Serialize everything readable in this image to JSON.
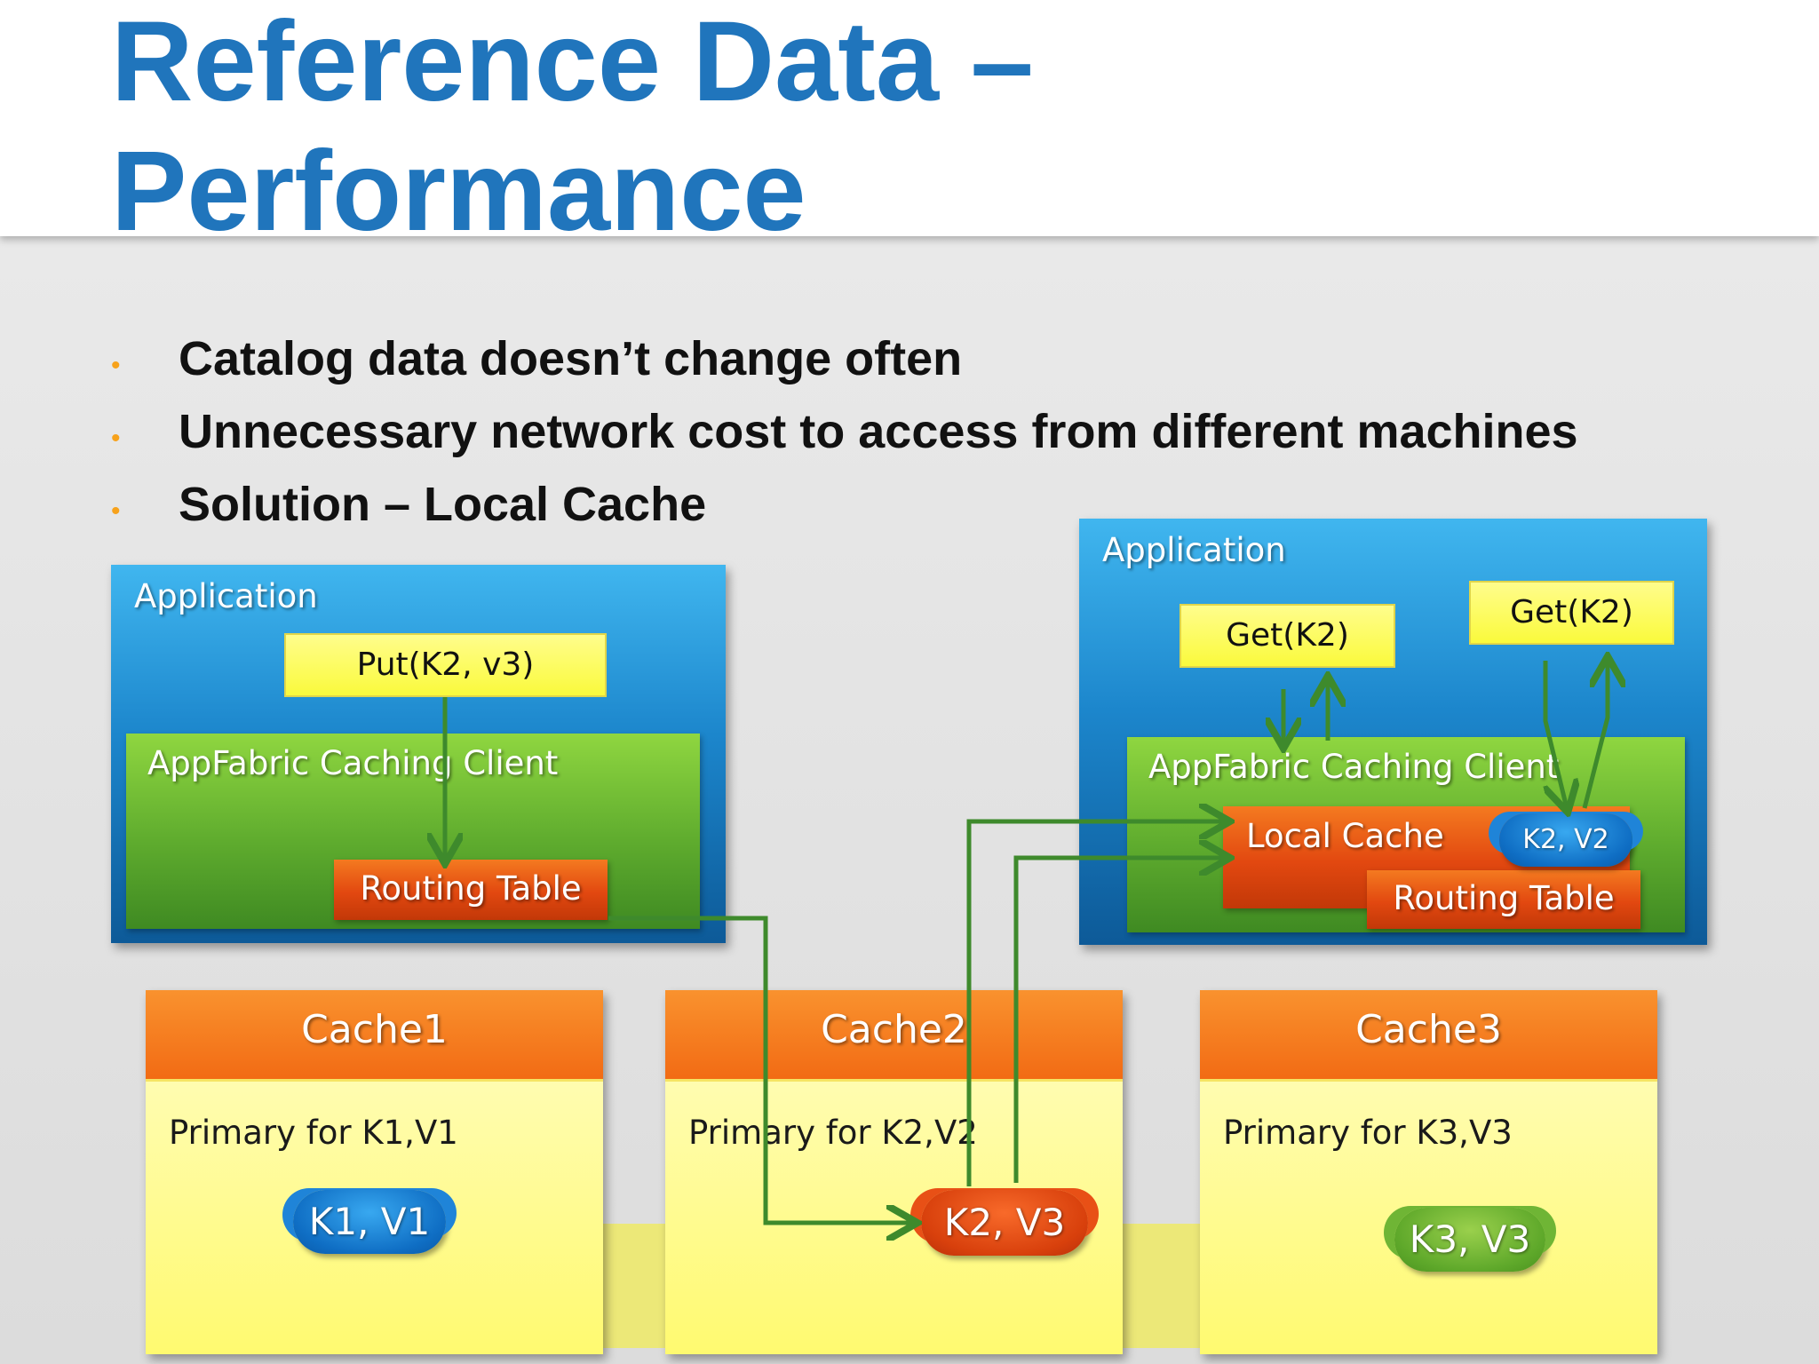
{
  "title": {
    "line1": "Reference Data –",
    "line2": "Performance"
  },
  "bullets": [
    "Catalog data doesn’t change often",
    "Unnecessary network cost to access from different machines",
    "Solution – Local Cache"
  ],
  "bullet_symbol": "•",
  "left_app": {
    "label": "Application",
    "operation": "Put(K2, v3)",
    "client_label": "AppFabric Caching Client",
    "routing_table": "Routing Table"
  },
  "right_app": {
    "label": "Application",
    "operation_1": "Get(K2)",
    "operation_2": "Get(K2)",
    "client_label": "AppFabric Caching Client",
    "local_cache": "Local Cache",
    "local_item": "K2, V2",
    "routing_table": "Routing Table"
  },
  "caches": [
    {
      "name": "Cache1",
      "primary": "Primary for K1,V1",
      "item": "K1, V1"
    },
    {
      "name": "Cache2",
      "primary": "Primary for K2,V2",
      "item": "K2, V3"
    },
    {
      "name": "Cache3",
      "primary": "Primary for K3,V3",
      "item": "K3, V3"
    }
  ],
  "colors": {
    "title": "#2075bc",
    "bullet": "#f7a21b",
    "arrow": "#3e8a2c",
    "app_blue": "#1c86cc",
    "client_green": "#5fac2e",
    "cache_orange": "#f26b14",
    "cache_yellow": "#fffa70"
  }
}
